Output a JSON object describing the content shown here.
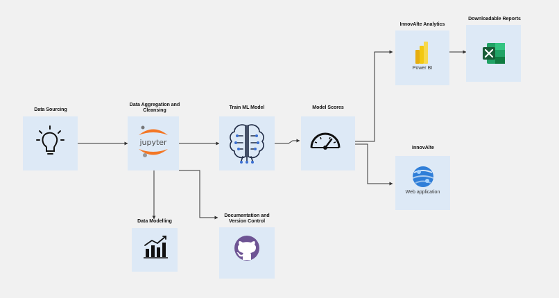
{
  "nodes": {
    "data_sourcing": {
      "title": "Data Sourcing"
    },
    "data_aggregation": {
      "title": "Data Aggregation and Cleansing",
      "title_line1": "Data Aggregation and",
      "title_line2": "Cleansing",
      "logo_text": "jupyter"
    },
    "train_ml_model": {
      "title": "Train ML Model"
    },
    "model_scores": {
      "title": "Model Scores"
    },
    "innovalte_analytics": {
      "title": "InnovAlte Analytics",
      "caption": "Power BI"
    },
    "downloadable_reports": {
      "title": "Downloadable Reports"
    },
    "innovalte": {
      "title": "InnovAlte",
      "caption": "Web application"
    },
    "data_modelling": {
      "title": "Data Modelling"
    },
    "documentation": {
      "title": "Documentation and Version Control",
      "title_line1": "Documentation and",
      "title_line2": "Version Control"
    }
  },
  "icons": {
    "data_sourcing": "lightbulb-icon",
    "data_aggregation": "jupyter-logo-icon",
    "train_ml_model": "brain-circuit-icon",
    "model_scores": "speedometer-icon",
    "innovalte_analytics": "power-bi-icon",
    "downloadable_reports": "excel-icon",
    "innovalte": "azure-web-app-icon",
    "data_modelling": "bar-chart-trend-icon",
    "documentation": "github-icon"
  },
  "colors": {
    "background": "#f1f1f1",
    "box_fill": "#dde9f6",
    "connector": "#333333",
    "jupyter_orange": "#f37726",
    "powerbi_yellow": "#f2c811",
    "excel_green": "#1d6f42",
    "azure_blue": "#2f7ed8",
    "github_purple": "#6e5494"
  }
}
